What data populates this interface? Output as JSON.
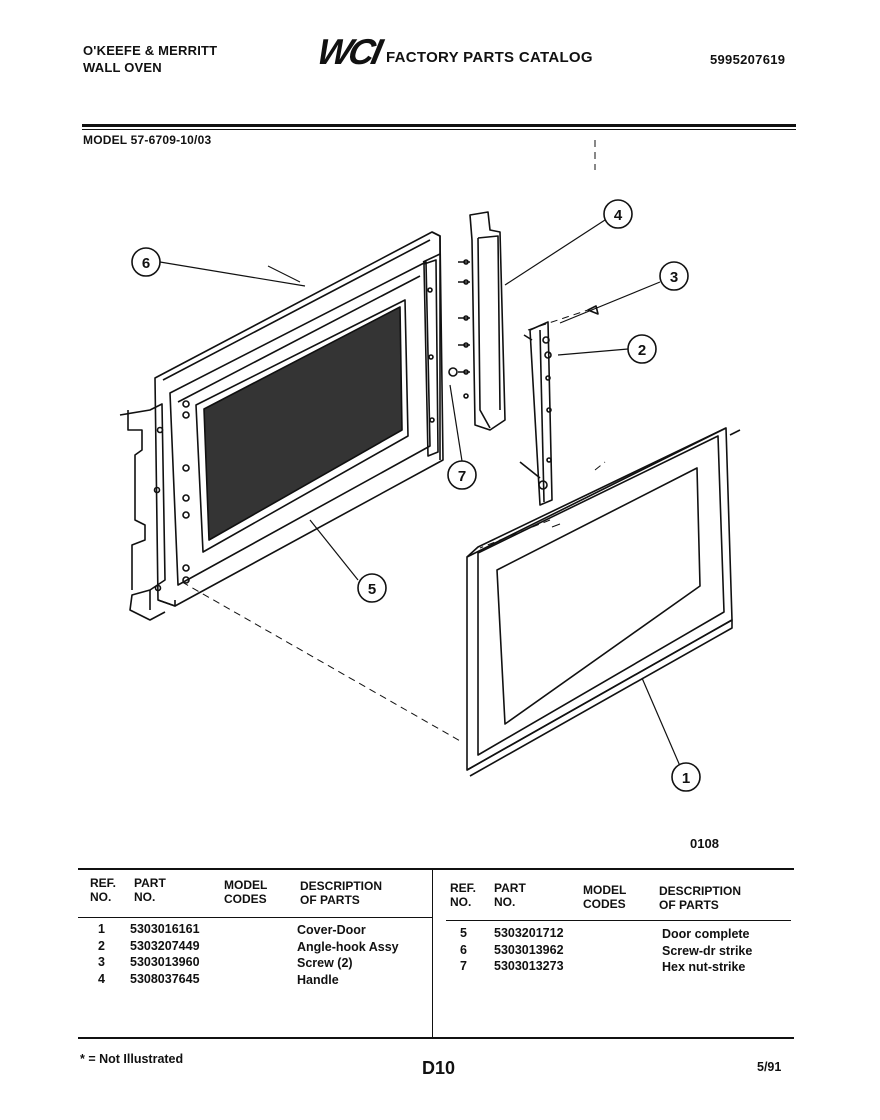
{
  "header": {
    "brand_line1": "O'KEEFE & MERRITT",
    "brand_line2": "WALL OVEN",
    "logo": "WCI",
    "catalog_title": "FACTORY PARTS CATALOG",
    "catalog_number": "5995207619",
    "model": "MODEL 57-6709-10/03"
  },
  "diagram": {
    "callouts": [
      "1",
      "2",
      "3",
      "4",
      "5",
      "6",
      "7"
    ],
    "figure_number": "0108"
  },
  "table": {
    "headers": {
      "ref": [
        "REF.",
        "NO."
      ],
      "part": [
        "PART",
        "NO."
      ],
      "model": [
        "MODEL",
        "CODES"
      ],
      "desc": [
        "DESCRIPTION",
        "OF PARTS"
      ]
    },
    "left_rows": [
      {
        "ref": "1",
        "part": "5303016161",
        "model": "",
        "desc": "Cover-Door"
      },
      {
        "ref": "2",
        "part": "5303207449",
        "model": "",
        "desc": "Angle-hook Assy"
      },
      {
        "ref": "3",
        "part": "5303013960",
        "model": "",
        "desc": "Screw (2)"
      },
      {
        "ref": "4",
        "part": "5308037645",
        "model": "",
        "desc": "Handle"
      }
    ],
    "right_rows": [
      {
        "ref": "5",
        "part": "5303201712",
        "model": "",
        "desc": "Door complete"
      },
      {
        "ref": "6",
        "part": "5303013962",
        "model": "",
        "desc": "Screw-dr strike"
      },
      {
        "ref": "7",
        "part": "5303013273",
        "model": "",
        "desc": "Hex nut-strike"
      }
    ]
  },
  "footer": {
    "note": "* = Not Illustrated",
    "page": "D10",
    "date": "5/91"
  }
}
